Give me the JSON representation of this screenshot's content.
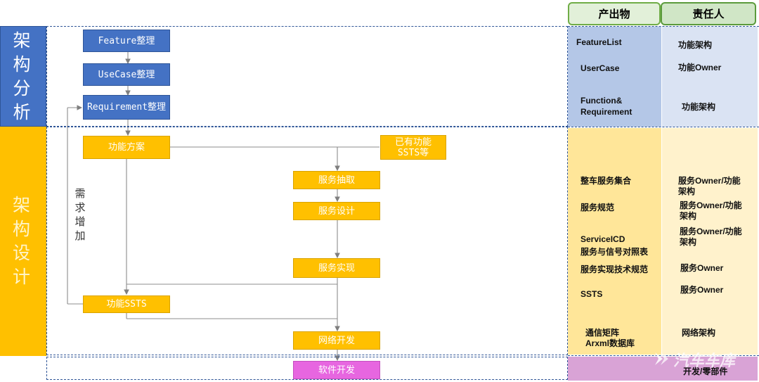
{
  "phases": {
    "analysis": "架构分析",
    "design": "架构设计"
  },
  "columns": {
    "output_header": "产出物",
    "owner_header": "责任人"
  },
  "flow": {
    "feature": "Feature整理",
    "usecase": "UseCase整理",
    "requirement": "Requirement整理",
    "func_scheme": "功能方案",
    "existing_ssts": "已有功能SSTS等",
    "service_extract": "服务抽取",
    "service_design": "服务设计",
    "service_impl": "服务实现",
    "func_ssts": "功能SSTS",
    "network_dev": "网络开发",
    "software_dev": "软件开发",
    "req_increase": "需求增加"
  },
  "outputs": {
    "featurelist": "FeatureList",
    "usecase": "UserCase",
    "function_req_1": "Function&",
    "function_req_2": "Requirement",
    "vehicle_services": "整车服务集合",
    "service_spec": "服务规范",
    "service_icd": "ServiceICD",
    "service_signal_map": "服务与信号对照表",
    "service_impl_spec": "服务实现技术规范",
    "ssts": "SSTS",
    "comm_matrix": "通信矩阵",
    "arxml_db": "Arxml数据库"
  },
  "owners": {
    "func_arch_1": "功能架构",
    "func_owner": "功能Owner",
    "func_arch_2": "功能架构",
    "svc_owner_arch_1": "服务Owner/功能架构",
    "svc_owner_arch_2": "服务Owner/功能架构",
    "svc_owner_arch_3": "服务Owner/功能架构",
    "svc_owner_1": "服务Owner",
    "svc_owner_2": "服务Owner",
    "network_arch": "网络架构",
    "dev_parts": "开发/零部件"
  },
  "watermark": "汽车车库",
  "colors": {
    "blue": "#4472c4",
    "yellow": "#ffc000",
    "pink": "#e766e0",
    "green_header": "#e2f0d9",
    "blue_panel": "#b4c7e7",
    "yellow_panel": "#ffe699",
    "pink_panel": "#e9c4e8"
  }
}
